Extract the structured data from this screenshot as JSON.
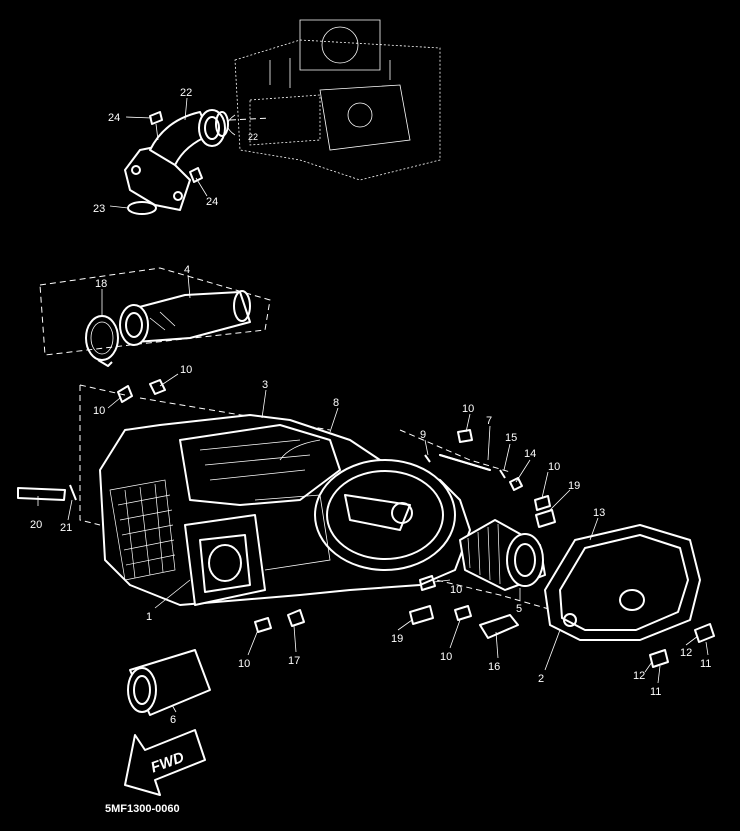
{
  "diagram_code": "5MF1300-0060",
  "direction_label": "FWD",
  "callouts": [
    {
      "id": "c24a",
      "text": "24"
    },
    {
      "id": "c22",
      "text": "22"
    },
    {
      "id": "c23",
      "text": "23"
    },
    {
      "id": "c24b",
      "text": "24"
    },
    {
      "id": "c18",
      "text": "18"
    },
    {
      "id": "c4",
      "text": "4"
    },
    {
      "id": "c10a",
      "text": "10"
    },
    {
      "id": "c10b",
      "text": "10"
    },
    {
      "id": "c3",
      "text": "3"
    },
    {
      "id": "c8",
      "text": "8"
    },
    {
      "id": "c10c",
      "text": "10"
    },
    {
      "id": "c7",
      "text": "7"
    },
    {
      "id": "c9",
      "text": "9"
    },
    {
      "id": "c15",
      "text": "15"
    },
    {
      "id": "c14",
      "text": "14"
    },
    {
      "id": "c10d",
      "text": "10"
    },
    {
      "id": "c19a",
      "text": "19"
    },
    {
      "id": "c13",
      "text": "13"
    },
    {
      "id": "c20",
      "text": "20"
    },
    {
      "id": "c21",
      "text": "21"
    },
    {
      "id": "c1",
      "text": "1"
    },
    {
      "id": "c5",
      "text": "5"
    },
    {
      "id": "c10e",
      "text": "10"
    },
    {
      "id": "c19b",
      "text": "19"
    },
    {
      "id": "c10f",
      "text": "10"
    },
    {
      "id": "c10g",
      "text": "10"
    },
    {
      "id": "c17",
      "text": "17"
    },
    {
      "id": "c16",
      "text": "16"
    },
    {
      "id": "c2",
      "text": "2"
    },
    {
      "id": "c12a",
      "text": "12"
    },
    {
      "id": "c11a",
      "text": "11"
    },
    {
      "id": "c12b",
      "text": "12"
    },
    {
      "id": "c11b",
      "text": "11"
    },
    {
      "id": "c6",
      "text": "6"
    }
  ]
}
